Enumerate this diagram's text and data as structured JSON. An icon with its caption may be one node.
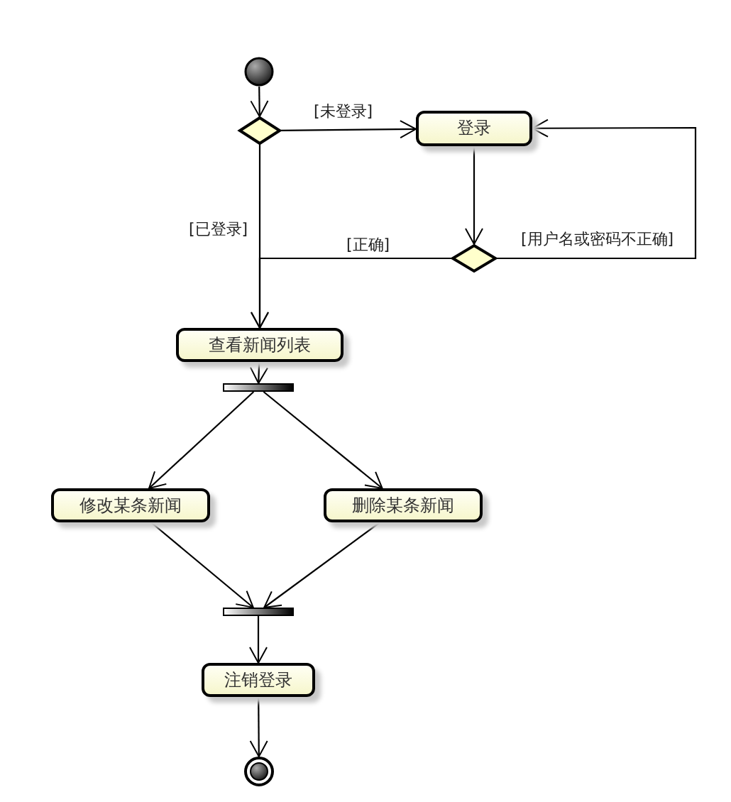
{
  "diagram": {
    "nodes": [
      {
        "text": [],
        "shape": "circle"
      },
      {
        "text": [],
        "shape": "diamond"
      },
      {
        "text": [
          "登录"
        ]
      },
      {
        "text": [],
        "shape": "diamond"
      },
      {
        "text": [
          "查看新闻列表"
        ]
      },
      {
        "text": [],
        "shape": "bar"
      },
      {
        "text": [
          "修改某条新闻"
        ]
      },
      {
        "text": [
          "删除某条新闻"
        ]
      },
      {
        "text": [],
        "shape": "bar"
      },
      {
        "text": [
          "注销登录"
        ]
      },
      {
        "text": [],
        "shape": "circle"
      }
    ],
    "edges": [
      {
        "from": 0,
        "to": 1,
        "arrow": "to"
      },
      {
        "from": 1,
        "to": 2,
        "arrow": "to",
        "label": "[未登录]"
      },
      {
        "from": 1,
        "to": 4,
        "arrow": "to",
        "label": "[已登录]"
      },
      {
        "from": 2,
        "to": 3,
        "arrow": "to"
      },
      {
        "from": 3,
        "to": 2,
        "arrow": "to",
        "label": "[用户名或密码不正确]"
      },
      {
        "from": 3,
        "to": 4,
        "arrow": "to",
        "label": "[正确]"
      },
      {
        "from": 4,
        "to": 5,
        "arrow": "to"
      },
      {
        "from": 5,
        "to": 6,
        "arrow": "to"
      },
      {
        "from": 5,
        "to": 7,
        "arrow": "to"
      },
      {
        "from": 6,
        "to": 8,
        "arrow": "to"
      },
      {
        "from": 7,
        "to": 8,
        "arrow": "to"
      },
      {
        "from": 8,
        "to": 9,
        "arrow": "to"
      },
      {
        "from": 9,
        "to": 10,
        "arrow": "to"
      }
    ]
  }
}
